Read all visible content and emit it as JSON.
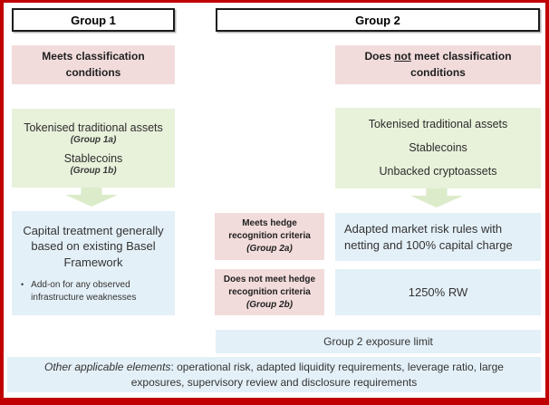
{
  "colors": {
    "border_red": "#C00000",
    "pink": "#F2DCDB",
    "green": "#E8F1DA",
    "arrow_green": "#DCEBC9",
    "blue": "#E4F0F8"
  },
  "group1": {
    "header": "Group 1",
    "classification": "Meets classification conditions",
    "assets": {
      "item1": "Tokenised traditional assets",
      "item1_sub": "(Group 1a)",
      "item2": "Stablecoins",
      "item2_sub": "(Group 1b)"
    },
    "treatment": {
      "main": "Capital treatment generally based on existing Basel Framework",
      "bullet_marker": "•",
      "bullet": "Add-on for any observed infrastructure weaknesses"
    }
  },
  "group2": {
    "header": "Group 2",
    "classification_prefix": "Does ",
    "classification_not": "not",
    "classification_suffix": " meet classification conditions",
    "assets": [
      "Tokenised traditional assets",
      "Stablecoins",
      "Unbacked cryptoassets"
    ],
    "hedge_meets": {
      "label": "Meets hedge recognition criteria",
      "sub": "(Group 2a)"
    },
    "hedge_not_meet": {
      "label": "Does not meet hedge recognition criteria",
      "sub": "(Group 2b)"
    },
    "market_risk": "Adapted market risk rules with netting and 100% capital charge",
    "risk_weight": "1250% RW",
    "exposure_limit": "Group 2 exposure limit"
  },
  "footer": {
    "lead": "Other applicable elements",
    "rest": ": operational risk, adapted liquidity requirements, leverage ratio, large exposures, supervisory review and disclosure requirements"
  }
}
